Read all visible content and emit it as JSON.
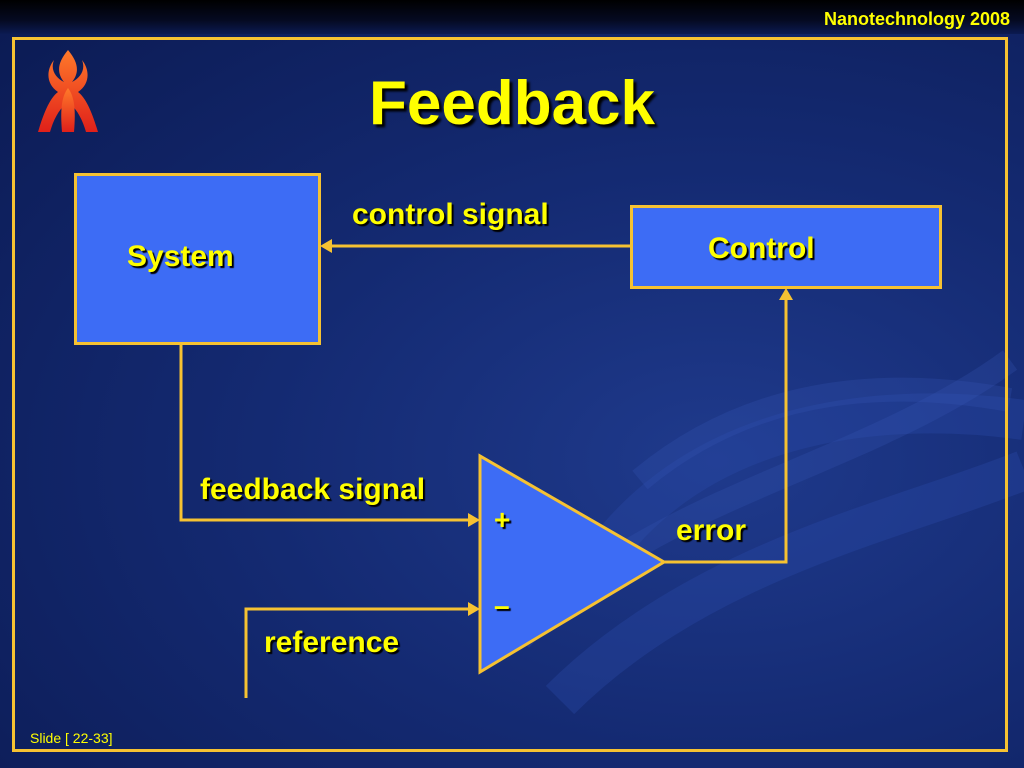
{
  "header": {
    "title": "Nanotechnology 2008"
  },
  "slide": {
    "title": "Feedback"
  },
  "diagram": {
    "system_label": "System",
    "control_label": "Control",
    "control_signal_label": "control signal",
    "feedback_signal_label": "feedback signal",
    "error_label": "error",
    "reference_label": "reference",
    "plus_sign": "+",
    "minus_sign": "–"
  },
  "footer": {
    "slide_number": "Slide [ 22-33]"
  },
  "colors": {
    "accent": "#f6c232",
    "text": "#ffff00",
    "box_fill": "#3d6cf5",
    "background": "#142a72"
  },
  "icons": {
    "logo": "flame-logo-icon"
  }
}
